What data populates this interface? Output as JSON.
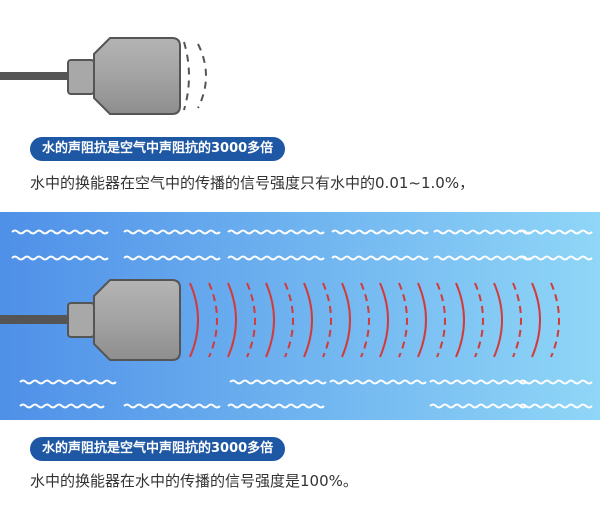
{
  "air_section": {
    "badge": "水的声阻抗是空气中声阻抗的3000多倍",
    "caption": "水中的换能器在空气中的传播的信号强度只有水中的0.01~1.0%，"
  },
  "water_section": {
    "badge": "水的声阻抗是空气中声阻抗的3000多倍",
    "caption": "水中的换能器在水中的传播的信号强度是100%。"
  },
  "colors": {
    "water_left": "#4f90e8",
    "water_right": "#8fd6f7",
    "wave": "#d33a3a",
    "transducer": "#a0a0a0",
    "cable": "#555555",
    "badge": "#1e57a3"
  },
  "icons": [
    "ultrasonic-transducer-icon",
    "sound-wave-icon",
    "water-ripple-icon"
  ]
}
